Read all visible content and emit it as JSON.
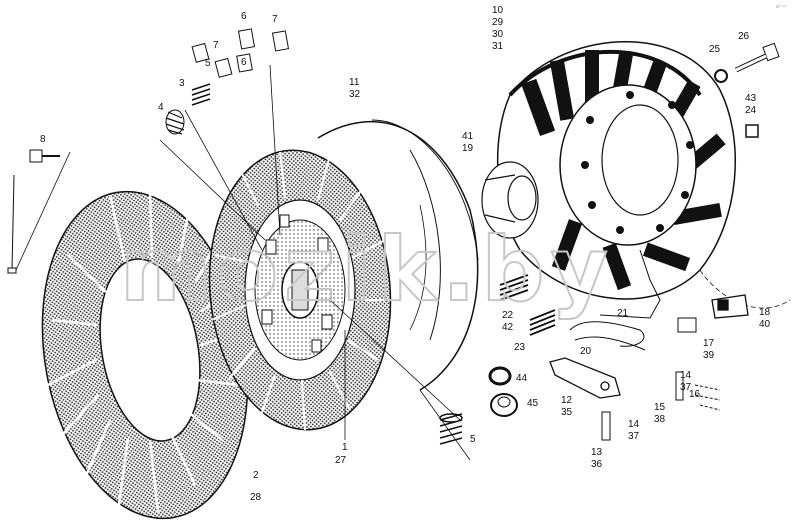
{
  "watermark": "mozik.by",
  "corner_mark": "a⁰ ⁿⁿ",
  "colors": {
    "ink": "#111111",
    "paper": "#ffffff",
    "watermark": "#c7c7c7"
  },
  "labels": {
    "l8": "8",
    "l2_28": [
      "2",
      "28"
    ],
    "l4": "4",
    "l3": "3",
    "l7a": "7",
    "l5a": "5",
    "l6a": "6",
    "l6b": "6",
    "l7b": "7",
    "l11_32": [
      "11",
      "32"
    ],
    "l1_27": [
      "1",
      "27"
    ],
    "l5b": "5",
    "l10_29_30_31": [
      "10",
      "29",
      "30",
      "31"
    ],
    "l25": "25",
    "l26": "26",
    "l43_24": [
      "43",
      "24"
    ],
    "l41_19": [
      "41",
      "19"
    ],
    "l22_42": [
      "22",
      "42"
    ],
    "l23": "23",
    "l20": "20",
    "l21": "21",
    "l18_40": [
      "18",
      "40"
    ],
    "l17_39": [
      "17",
      "39"
    ],
    "l44": "44",
    "l45": "45",
    "l12_35": [
      "12",
      "35"
    ],
    "l14_37a": [
      "14",
      "37"
    ],
    "l16": "16",
    "l15_38": [
      "15",
      "38"
    ],
    "l14_37b": [
      "14",
      "37"
    ],
    "l13_36": [
      "13",
      "36"
    ]
  }
}
